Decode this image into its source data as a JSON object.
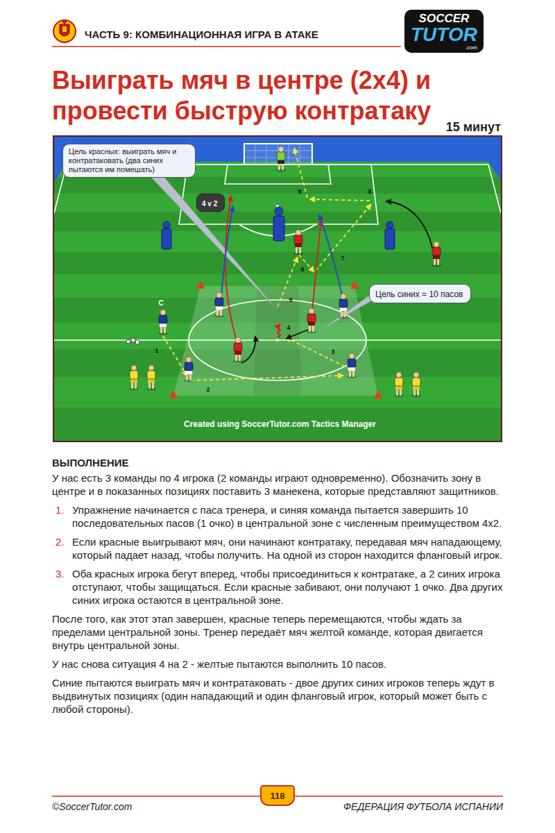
{
  "diagram": {
    "title": "Выиграть мяч в центре (2x4) и провести быструю контратаку",
    "nodes": [
      {
        "text": [
          "SOCCER",
          "TUTOR",
          ".com"
        ]
      },
      {
        "text": [
          "Created using SoccerTutor.com Tactics Manager"
        ]
      },
      {
        "text": [
          "Цель красных: выиграть мяч и контратаковать (два синих пытаются им помешать)"
        ],
        "in": 1
      },
      {
        "text": [
          "4 v 2"
        ],
        "in": 1
      },
      {
        "text": [
          "Цель синих = 10 пасов"
        ],
        "in": 1
      },
      {
        "text": [
          "118"
        ]
      }
    ],
    "labels": [
      "ЧАСТЬ 9: КОМБИНАЦИОННАЯ ИГРА В АТАКЕ",
      "15 минут",
      "C",
      "1",
      "2",
      "3",
      "4",
      "5",
      "6",
      "7",
      "8",
      "9",
      "ВЫПОЛНЕНИЕ",
      "У нас есть 3 команды по 4 игрока (2 команды играют одновременно). Обозначить зону в центре и в показанных позициях поставить 3 манекена, которые представляют защитников.",
      "1.",
      "Упражнение начинается с паса тренера, и синяя команда пытается завершить 10 последовательных пасов (1 очко) в центральной зоне с численным преимуществом 4x2.",
      "2.",
      "Если красные выигрывают мяч, они начинают контратаку, передавая мяч нападающему, который падает назад, чтобы получить. На одной из сторон находится фланговый игрок.",
      "3.",
      "Оба красных игрока бегут вперед, чтобы присоединиться к контратаке, а 2 синих игрока отступают, чтобы защищаться. Если красные забивают, они получают 1 очко. Два других синих игрока остаются в центральной зоне.",
      "После того, как этот этап завершен, красные теперь перемещаются, чтобы ждать за пределами центральной зоны. Тренер передаёт мяч желтой команде, которая двигается внутрь центральной зоны.",
      "У нас снова ситуация 4 на 2 - желтые пытаются выполнить 10 пасов.",
      "Синие пытаются выиграть мяч и контратаковать - двое других синих игроков теперь ждут в выдвинутых позициях (один нападающий и один фланговый игрок, который может быть с любой стороны).",
      "©SoccerTutor.com",
      "ФЕДЕРАЦИЯ ФУТБОЛА ИСПАНИИ"
    ]
  }
}
